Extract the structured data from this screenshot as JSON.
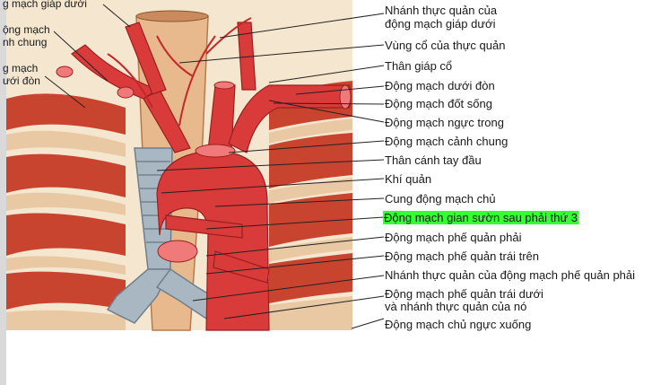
{
  "labels_right": [
    "Nhánh thực quản của",
    "động mạch giáp dưới",
    "Vùng cổ của thực quản",
    "Thân giáp cổ",
    "Động mạch dưới đòn",
    "Động mạch đốt sống",
    "Động mạch ngực trong",
    "Động mạch cảnh chung",
    "Thân cánh tay đầu",
    "Khí quản",
    "Cung động mạch chủ",
    "Động mạch gian sườn sau phải thứ 3",
    "Động mạch phế quản phải",
    "Động mạch phế quản trái trên",
    "Nhánh thực quản của động mạch phế quản phải",
    "Động mạch phế quản trái dưới",
    "và nhánh thực quản của nó",
    "Động mạch chủ ngực xuống"
  ],
  "labels_left": [
    "g mạch giáp dưới",
    "ộng mạch",
    "nh chung",
    "g mạch",
    "ưới đòn"
  ],
  "highlight_color": "#33ff33"
}
